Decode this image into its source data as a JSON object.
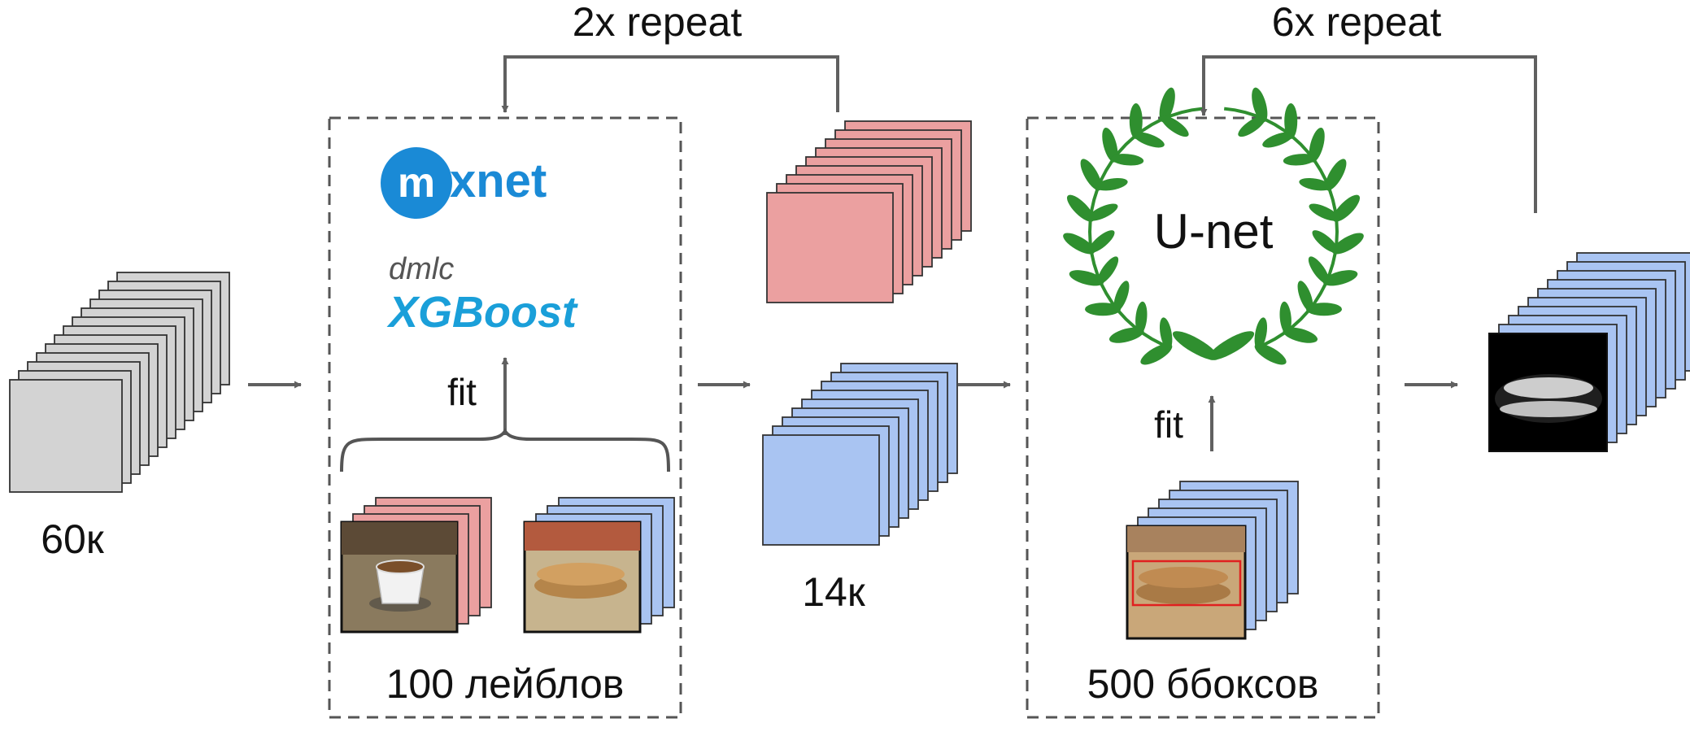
{
  "loop_labels": {
    "left": "2x repeat",
    "right": "6x repeat"
  },
  "stacks": {
    "input": {
      "label": "60к",
      "count": 13,
      "color": "#d3d3d3"
    },
    "pink_out": {
      "count": 9,
      "color": "#eba0a0"
    },
    "blue_out": {
      "label": "14к",
      "count": 9,
      "color": "#a9c4f2"
    },
    "final_out": {
      "count": 10,
      "color": "#a9c4f2"
    },
    "labels_pink": {
      "count": 4,
      "color": "#eba0a0"
    },
    "labels_blue": {
      "count": 4,
      "color": "#a9c4f2"
    },
    "bbox_stack": {
      "count": 6,
      "color": "#a9c4f2"
    }
  },
  "left_box": {
    "logo_mxnet_m": "m",
    "logo_mxnet_rest": "xnet",
    "logo_dmlc": "dmlc",
    "logo_xgboost": "XGBoost",
    "fit": "fit",
    "bottom_label": "100 лейблов"
  },
  "right_box": {
    "model": "U-net",
    "fit": "fit",
    "bottom_label": "500 ббоксов"
  },
  "colors": {
    "arrow": "#606060",
    "dashed": "#555555",
    "mxnet_blue": "#1a8ad6",
    "xgboost_blue": "#1a9fd9",
    "laurel_green": "#2f8f2f",
    "bbox_red": "#e02020"
  }
}
